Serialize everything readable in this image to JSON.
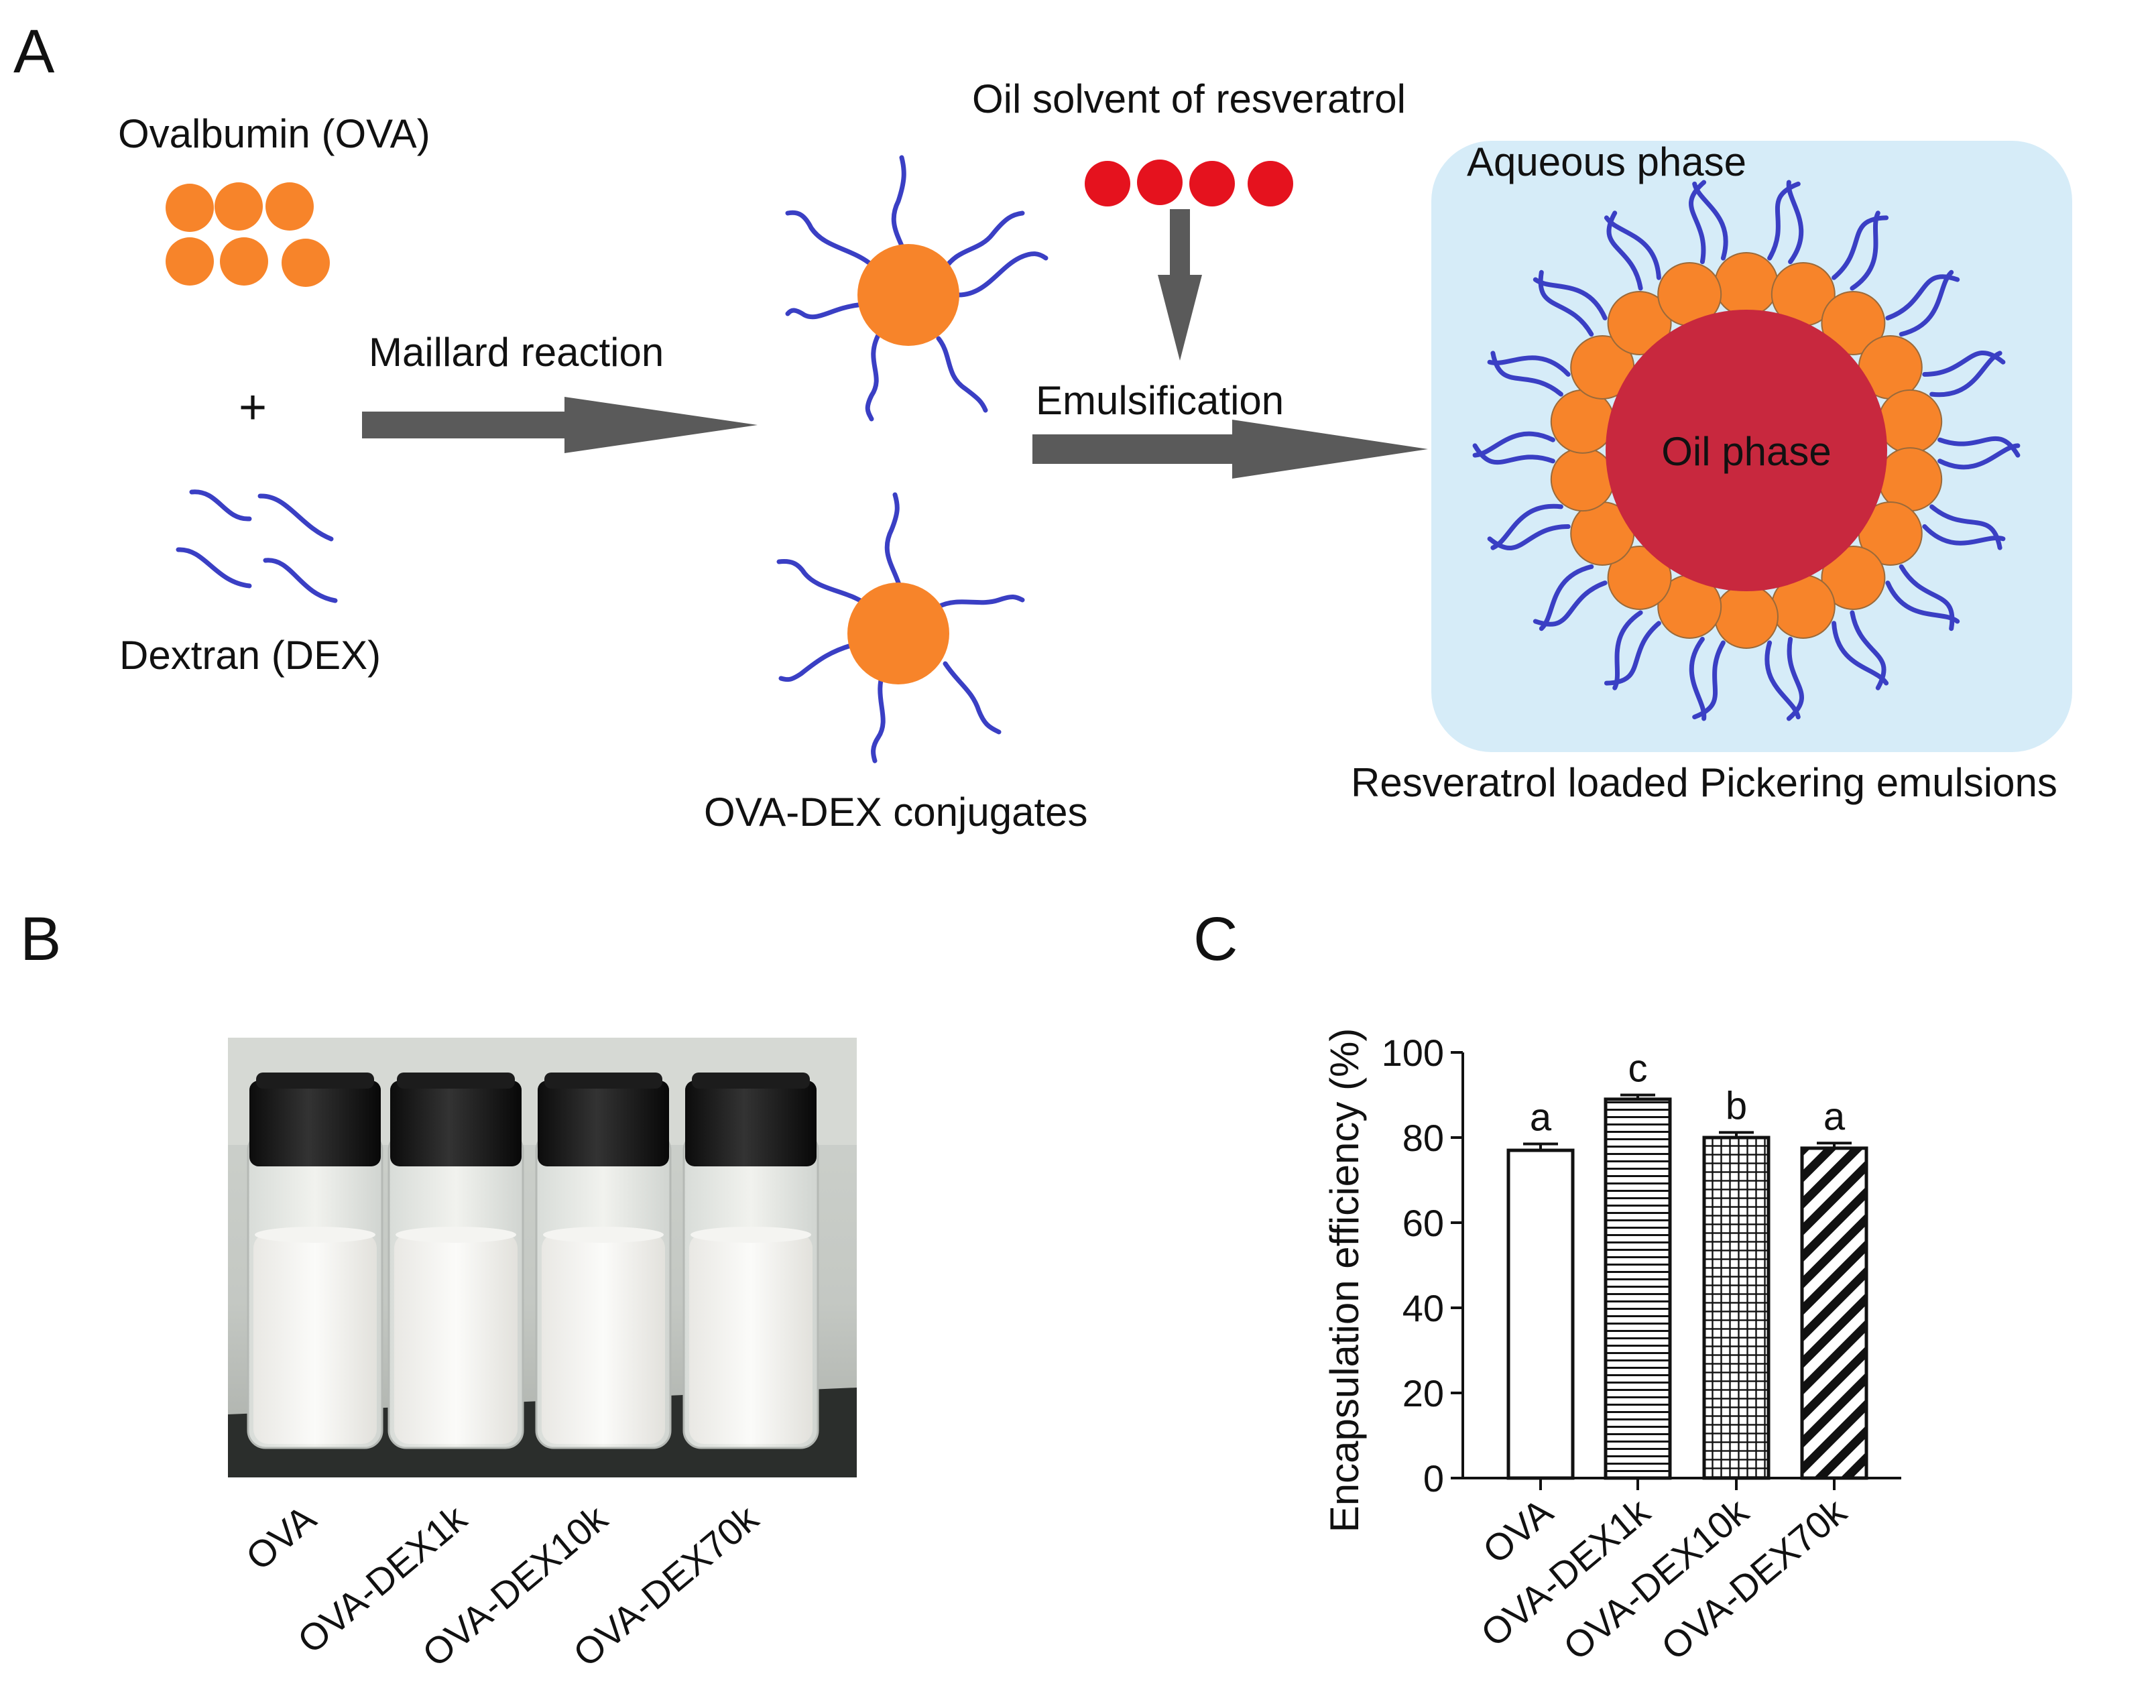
{
  "panel_a": {
    "letter": "A",
    "ova_label": "Ovalbumin (OVA)",
    "plus": "+",
    "dex_label": "Dextran (DEX)",
    "maillard_label": "Maillard reaction",
    "conjugates_label": "OVA-DEX conjugates",
    "oil_solvent_label": "Oil solvent of resveratrol",
    "emulsification_label": "Emulsification",
    "aqueous_label": "Aqueous phase",
    "oil_phase_label": "Oil phase",
    "emulsion_label": "Resveratrol loaded Pickering emulsions",
    "colors": {
      "protein": "#f7842a",
      "dextran": "#3a3fc4",
      "oil_drop": "#e5121e",
      "oil_core": "#c8283e",
      "aqueous": "#d6ecf8",
      "arrow": "#5a5a5a"
    }
  },
  "panel_b": {
    "letter": "B",
    "vial_labels": [
      "OVA",
      "OVA-DEX1k",
      "OVA-DEX10k",
      "OVA-DEX70k"
    ]
  },
  "panel_c": {
    "letter": "C"
  },
  "chart_data": {
    "type": "bar",
    "title": "",
    "xlabel": "",
    "ylabel": "Encapsulation efficiency (%)",
    "ylim": [
      0,
      100
    ],
    "yticks": [
      0,
      20,
      40,
      60,
      80,
      100
    ],
    "categories": [
      "OVA",
      "OVA-DEX1k",
      "OVA-DEX10k",
      "OVA-DEX70k"
    ],
    "values": [
      77,
      89,
      80,
      77.5
    ],
    "errors": [
      1.5,
      1.0,
      1.2,
      1.2
    ],
    "significance": [
      "a",
      "c",
      "b",
      "a"
    ],
    "patterns": [
      "none",
      "horizontal-lines",
      "grid",
      "diagonal-lines"
    ],
    "grid": false,
    "legend": false
  }
}
